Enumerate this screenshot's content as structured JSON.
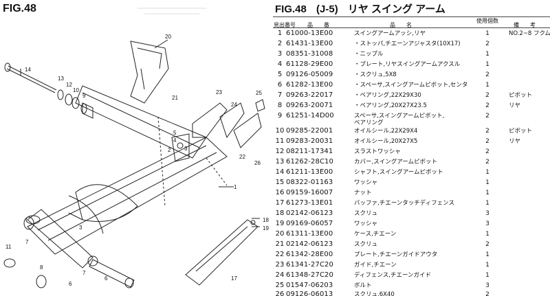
{
  "diagram": {
    "title": "FIG.48",
    "callouts": [
      "20",
      "14",
      "13",
      "12",
      "10",
      "9",
      "21",
      "23",
      "24",
      "25",
      "5",
      "4",
      "2",
      "3",
      "22",
      "26",
      "1",
      "3",
      "18",
      "19",
      "7",
      "11",
      "8",
      "6",
      "7",
      "17",
      "6"
    ]
  },
  "parts": {
    "title_fig": "FIG.48",
    "title_code": "(J-5)",
    "title_name": "リヤ スイング アーム",
    "headers": {
      "ref": "見出番号",
      "part": "品　　番",
      "name": "品　　名",
      "usage": "使用個数",
      "remarks": "備　　考"
    },
    "rows": [
      {
        "no": "1",
        "part": "61000-13E00",
        "name": "スイングアームアッシ,リヤ",
        "qty": "1",
        "rem": "NO.2~8 フクム"
      },
      {
        "no": "2",
        "part": "61431-13E00",
        "name": "・ストッパ,チエーンアジャスタ(10X17)",
        "qty": "2",
        "rem": ""
      },
      {
        "no": "3",
        "part": "08351-31008",
        "name": "・ニップル",
        "qty": "1",
        "rem": ""
      },
      {
        "no": "4",
        "part": "61128-29E00",
        "name": "・プレート,リヤスイングアームアクスル",
        "qty": "1",
        "rem": ""
      },
      {
        "no": "5",
        "part": "09126-05009",
        "name": "・スクリュ,5X8",
        "qty": "2",
        "rem": ""
      },
      {
        "no": "6",
        "part": "61282-13E00",
        "name": "・スペーサ,スイングアームピボット,センタ",
        "qty": "1",
        "rem": ""
      },
      {
        "no": "7",
        "part": "09263-22017",
        "name": "・ベアリング,22X29X30",
        "qty": "2",
        "rem": "ピボット"
      },
      {
        "no": "8",
        "part": "09263-20071",
        "name": "・ベアリング,20X27X23.5",
        "qty": "2",
        "rem": "リヤ"
      },
      {
        "no": "9",
        "part": "61251-14D00",
        "name": "スペーサ,スイングアームピボット,",
        "name2": "ベアリング",
        "qty": "2",
        "rem": ""
      },
      {
        "no": "10",
        "part": "09285-22001",
        "name": "オイルシール,22X29X4",
        "qty": "2",
        "rem": "ピボット"
      },
      {
        "no": "11",
        "part": "09283-20031",
        "name": "オイルシール,20X27X5",
        "qty": "2",
        "rem": "リヤ"
      },
      {
        "no": "12",
        "part": "08211-17341",
        "name": "スラストワッシャ",
        "qty": "2",
        "rem": ""
      },
      {
        "no": "13",
        "part": "61262-28C10",
        "name": "カバー,スイングアームピボット",
        "qty": "2",
        "rem": ""
      },
      {
        "no": "14",
        "part": "61211-13E00",
        "name": "シャフト,スイングアームピボット",
        "qty": "1",
        "rem": ""
      },
      {
        "no": "15",
        "part": "08322-01163",
        "name": "ワッシャ",
        "qty": "1",
        "rem": ""
      },
      {
        "no": "16",
        "part": "09159-16007",
        "name": "ナット",
        "qty": "1",
        "rem": ""
      },
      {
        "no": "17",
        "part": "61273-13E01",
        "name": "バッファ,チエーンタッチディフェンス",
        "qty": "1",
        "rem": ""
      },
      {
        "no": "18",
        "part": "02142-06123",
        "name": "スクリュ",
        "qty": "3",
        "rem": ""
      },
      {
        "no": "19",
        "part": "09169-06057",
        "name": "ワッシャ",
        "qty": "3",
        "rem": ""
      },
      {
        "no": "20",
        "part": "61311-13E00",
        "name": "ケース,チエーン",
        "qty": "1",
        "rem": ""
      },
      {
        "no": "21",
        "part": "02142-06123",
        "name": "スクリュ",
        "qty": "2",
        "rem": ""
      },
      {
        "no": "22",
        "part": "61342-28E00",
        "name": "プレート,チエーンガイドアウタ",
        "qty": "1",
        "rem": ""
      },
      {
        "no": "23",
        "part": "61341-27C20",
        "name": "ガイド,チエーン",
        "qty": "1",
        "rem": ""
      },
      {
        "no": "24",
        "part": "61348-27C20",
        "name": "ディフェンス,チエーンガイド",
        "qty": "1",
        "rem": ""
      },
      {
        "no": "25",
        "part": "01547-06203",
        "name": "ボルト",
        "qty": "3",
        "rem": ""
      },
      {
        "no": "26",
        "part": "09126-06013",
        "name": "スクリュ,6X40",
        "qty": "2",
        "rem": ""
      }
    ]
  }
}
